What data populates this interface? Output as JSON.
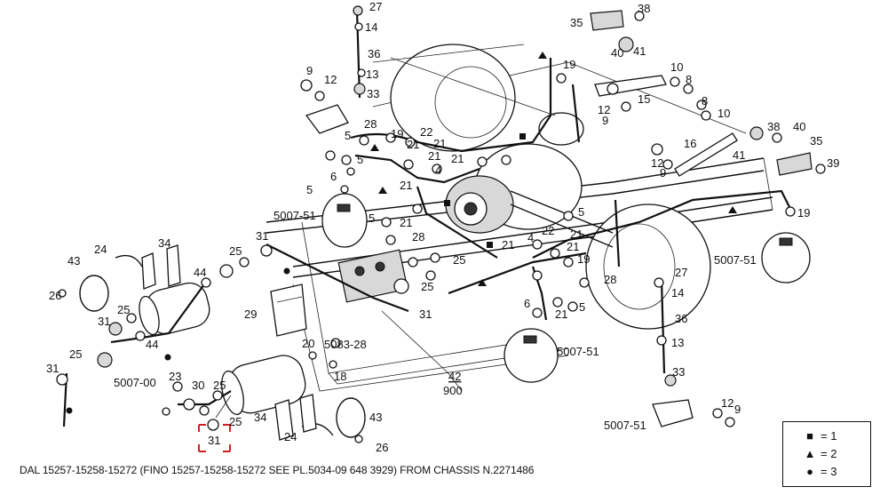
{
  "caption": "DAL 15257-15258-15272 (FINO 15257-15258-15272 SEE PL.5034-09 648 3929) FROM CHASSIS N.2271486",
  "legend": [
    {
      "symbol": "■",
      "text": "= 1"
    },
    {
      "symbol": "▲",
      "text": "= 2"
    },
    {
      "symbol": "●",
      "text": "= 3"
    }
  ],
  "labels": {
    "l27a": "27",
    "l14a": "14",
    "l36a": "36",
    "l13a": "13",
    "l33a": "33",
    "l9a": "9",
    "l12a": "12",
    "l35a": "35",
    "l38a": "38",
    "l40a": "40",
    "l41a": "41",
    "l19a": "19",
    "l10a": "10",
    "l8a": "8",
    "l15": "15",
    "l12b": "12",
    "l9b": "9",
    "l8b": "8",
    "l10b": "10",
    "l38b": "38",
    "l40b": "40",
    "l35b": "35",
    "l39": "39",
    "l16": "16",
    "l41b": "41",
    "l12c": "12",
    "l9c": "9",
    "l19b": "19",
    "l500751a": "5007-51",
    "l500751b": "5007-51",
    "l500751c": "5007-51",
    "l500751d": "5007-51",
    "l28a": "28",
    "l19c": "19",
    "l22a": "22",
    "l5a": "5",
    "l21a": "21",
    "l21b": "21",
    "l21c": "21",
    "l4a": "4",
    "l6a": "6",
    "l5b": "5",
    "l21d": "21",
    "l5c": "5",
    "l21e": "21",
    "l5d": "5",
    "l21f": "21",
    "l28b": "28",
    "l25a": "25",
    "l25b": "25",
    "l31a": "31",
    "l24a": "24",
    "l34a": "34",
    "l43a": "43",
    "l26a": "26",
    "l44a": "44",
    "l25c": "25",
    "l31b": "31",
    "l25d": "25",
    "l44b": "44",
    "l29": "29",
    "l31c": "31",
    "l31d": "31",
    "l508328": "5083-28",
    "l20": "20",
    "l18": "18",
    "l500700": "5007-00",
    "l23": "23",
    "l30": "30",
    "l25e": "25",
    "l25f": "25",
    "l31e": "31",
    "l25g": "25",
    "l34b": "34",
    "l24b": "24",
    "l43b": "43",
    "l26b": "26",
    "l42": "42",
    "l900": "900",
    "l4b": "4",
    "l22b": "22",
    "l21g": "21",
    "l5e": "5",
    "l19d": "19",
    "l6b": "6",
    "l21h": "21",
    "l5f": "5",
    "l28c": "28",
    "l27b": "27",
    "l14b": "14",
    "l36b": "36",
    "l13b": "13",
    "l33b": "33",
    "l12d": "12",
    "l9d": "9",
    "l21i": "21",
    "l21j": "21"
  }
}
